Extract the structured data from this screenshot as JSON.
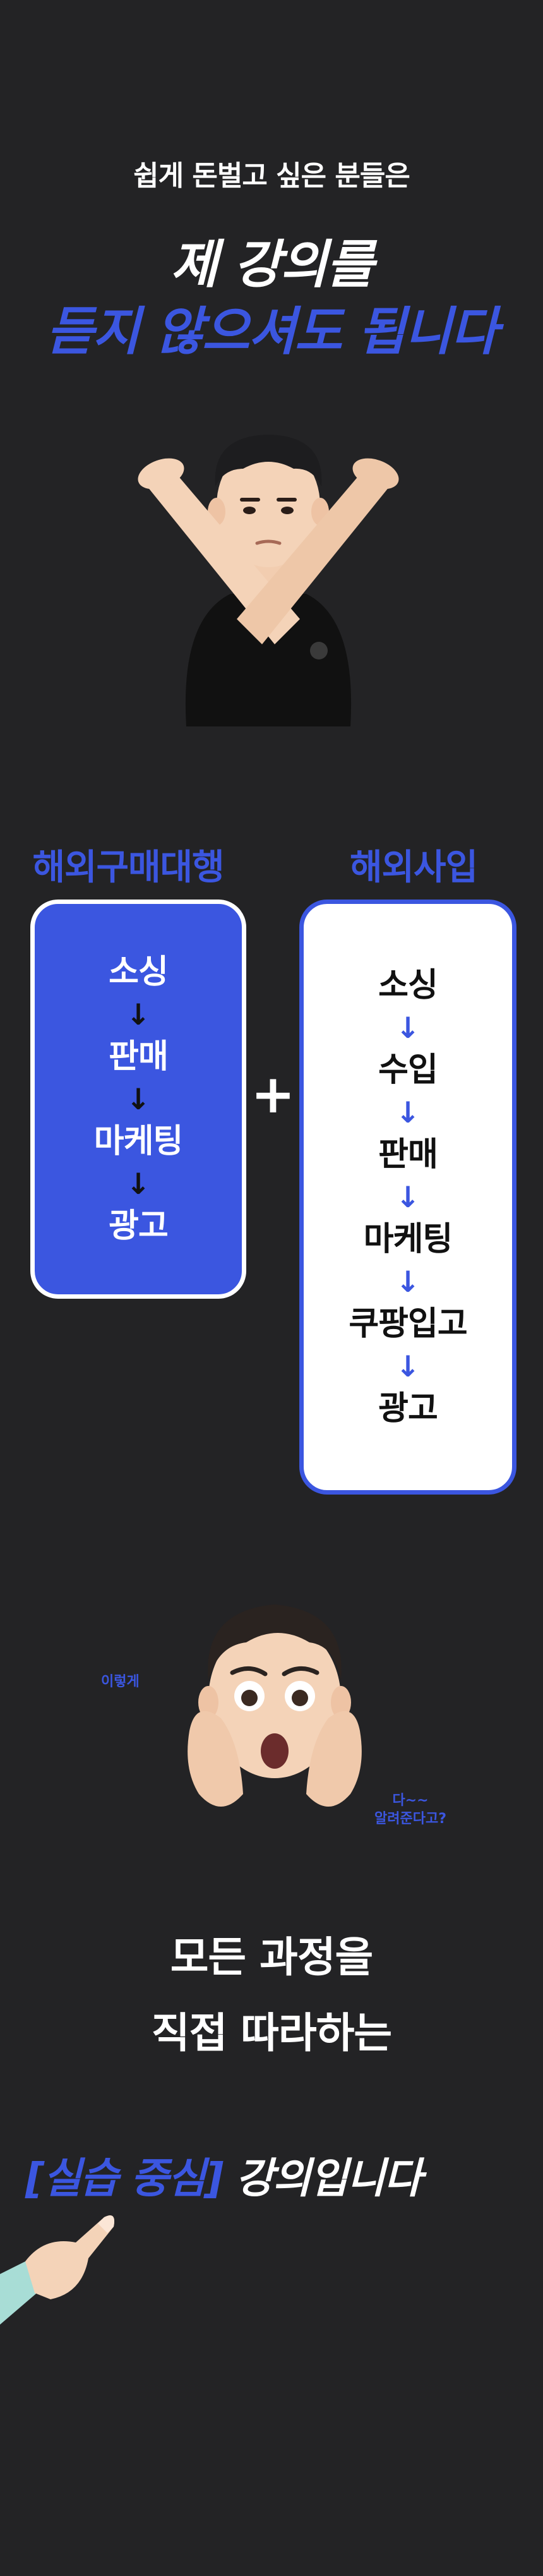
{
  "hero": {
    "intro": "쉽게 돈벌고 싶은 분들은",
    "headline_line1": "제 강의를",
    "headline_line2": "듣지 않으셔도 됩니다"
  },
  "comparison": {
    "left": {
      "title": "해외구매대행",
      "steps": [
        "소싱",
        "판매",
        "마케팅",
        "광고"
      ]
    },
    "right": {
      "title": "해외사입",
      "steps": [
        "소싱",
        "수입",
        "판매",
        "마케팅",
        "쿠팡입고",
        "광고"
      ]
    },
    "plus": "+",
    "arrow": "↓"
  },
  "reaction": {
    "bubble_left": "이렇게",
    "bubble_right_line1": "다~~",
    "bubble_right_line2": "알려준다고?"
  },
  "process": {
    "line1": "모든 과정을",
    "line2": "직접 따라하는"
  },
  "finale": {
    "highlight": "[실습 중심]",
    "rest": " 강의입니다"
  },
  "colors": {
    "background": "#232325",
    "accent": "#3b56e0",
    "text": "#ffffff"
  }
}
